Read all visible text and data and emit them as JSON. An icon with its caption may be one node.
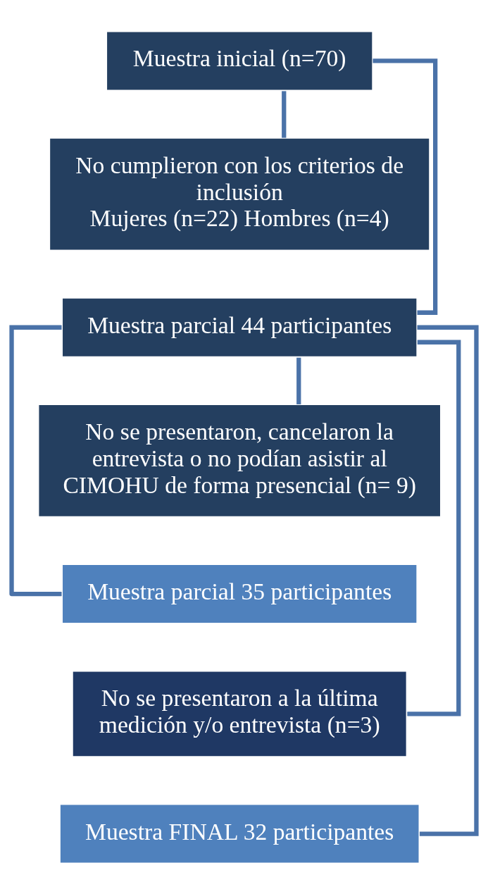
{
  "diagram": {
    "nodes": [
      {
        "text": [
          "Muestra inicial (n=70)"
        ]
      },
      {
        "text": [
          "No cumplieron con los criterios de inclusión",
          "Mujeres (n=22) Hombres (n=4)"
        ]
      },
      {
        "text": [
          "Muestra parcial 44 participantes"
        ]
      },
      {
        "text": [
          "No se presentaron, cancelaron la entrevista o no podían asistir al CIMOHU de forma presencial (n= 9)"
        ]
      },
      {
        "text": [
          "Muestra parcial 35 participantes"
        ]
      },
      {
        "text": [
          "No se presentaron a la última medición y/o entrevista (n=3)"
        ]
      },
      {
        "text": [
          "Muestra FINAL 32 participantes"
        ]
      }
    ],
    "edges": [
      {
        "from": 0,
        "to": 1,
        "arrow": "none"
      },
      {
        "from": 0,
        "to": 2,
        "arrow": "none"
      },
      {
        "from": 2,
        "to": 3,
        "arrow": "none"
      },
      {
        "from": 2,
        "to": 4,
        "arrow": "none"
      },
      {
        "from": 2,
        "to": 5,
        "arrow": "none"
      },
      {
        "from": 2,
        "to": 6,
        "arrow": "none"
      }
    ]
  }
}
